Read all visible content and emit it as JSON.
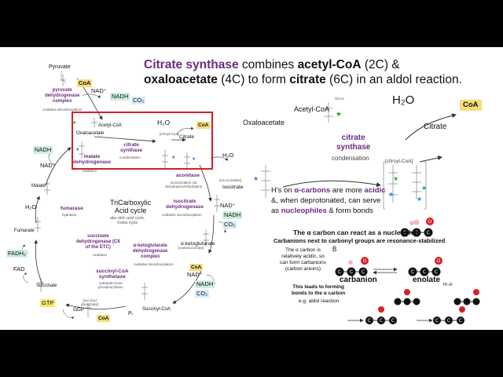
{
  "title": {
    "line1_a": "Citrate synthase",
    "line1_b": " combines ",
    "line1_c": "acetyl-CoA",
    "line1_d": " (2C) &",
    "line2_a": "oxaloacetate",
    "line2_b": " (4C) to form ",
    "line2_c": "citrate",
    "line2_d": " (6C) in an aldol reaction."
  },
  "cycle": {
    "pyruvate": "Pyruvate",
    "coa_top": "CoA",
    "nad_top": "NAD⁺",
    "nadh_top": "NADH",
    "co2_top": "CO₂",
    "pdh": "pyruvate\ndehydrogenase\ncomplex",
    "pdh_sub": "oxidative decarboxylation",
    "acetylcoa": "Acetyl-CoA",
    "oxaloacetate": "Oxaloacetate",
    "citrate_synthase": "citrate\nsynthase",
    "citrate_synthase_sub": "condensation",
    "h2o": "H₂O",
    "coa_cs": "CoA",
    "citryl": "[citroyl-CoA]",
    "citrate": "Citrate",
    "h2o_right": "H₂O",
    "cis_aconitate": "[cis-Aconitate]",
    "aconitase": "aconitase",
    "aconitase_sub": "isomerization via\ndehydration/rehydration",
    "isocitrate": "Isocitrate",
    "nadh_left": "NADH",
    "nad_left": "NAD⁺",
    "malate_dh": "malate\ndehydrogenase",
    "malate_dh_sub": "oxidation",
    "malate": "Malate",
    "h2o_left": "H₂O",
    "fumarase": "fumarase",
    "fumarase_sub": "hydration",
    "tca_title": "TriCarboxylic\nAcid cycle",
    "tca_sub": "aka citric acid cycle,\nKrebs cycle",
    "idh": "isocitrate\ndehydrogenase",
    "idh_sub": "oxidative decarboxylation",
    "nad_idh": "NAD⁺",
    "nadh_idh": "NADH",
    "co2_idh": "CO₂",
    "fumarate": "Fumarate",
    "sdh": "succinate\ndehydrogenase (CII\nof the ETC)",
    "sdh_sub": "oxidation",
    "fadh2": "FADH₂",
    "fad": "FAD",
    "oxalosuccinate": "[oxalosuccinate]",
    "akg": "α-ketoglutarate",
    "coa_akg": "CoA",
    "akgdh": "α-ketoglutarate\ndehydrogenase\ncomplex",
    "akgdh_sub": "oxidative decarboxylation",
    "nad_akg": "NAD⁺",
    "nadh_akg": "NADH",
    "co2_akg": "CO₂",
    "scs": "succinyl-CoA\nsynthetase",
    "scs_sub": "substrate-level\nphosphorylation",
    "succinate": "Succinate",
    "gtp": "GTP",
    "gdp": "GDP",
    "succinyl_phosphate": "[succinyl\nphosphate]",
    "coa_bottom": "CoA",
    "pi": "Pᵢ",
    "succinylcoa": "Succinyl-CoA"
  },
  "reaction": {
    "h2o": "H₂O",
    "coa": "CoA",
    "acetylcoa": "Acetyl-CoA",
    "scoa": "SCoA",
    "oxaloacetate": "Oxaloacetate",
    "citrate": "Citrate",
    "enzyme": "citrate\nsynthase",
    "enzyme_sub": "condensation",
    "citryl": "[citroyl-CoA]"
  },
  "explain": {
    "p1_a": "H's on ",
    "p1_b": "α-carbons",
    "p1_c": " are more ",
    "p1_d": "acidic",
    "p2_a": "&, when deprotonated, can serve",
    "p3_a": "as ",
    "p3_b": "nucleophiles",
    "p3_c": " & form bonds",
    "nuc_title": "The α carbon can react as a nucleophile",
    "nuc_sub": "Carbanions next to carbonyl groups are resonance-stabilized",
    "alpha_note": "The α carbon is\nrelatively acidic, so\ncan form carbanions\n(carbon anions)",
    "base": "B̈",
    "carbanion": "carbanion",
    "enolate": "enolate",
    "bond_note": "This leads to forming\nbonds to the α carbon",
    "bond_ex": "e.g. aldol reaction",
    "ha": "H–A"
  },
  "colors": {
    "purple": "#6b2a86",
    "red_box": "#d81f26",
    "coa_yellow": "#f6dc7a",
    "nadh_green": "#cdeee0",
    "co2_blue": "#d7ecfb",
    "gtp_yellow": "#f4ea6a",
    "oxygen_red": "#d81f26",
    "hydrogen_pink": "#f3b8c8",
    "alpha_star_green": "#2e9e3e",
    "beta_star_blue": "#2f7fd6"
  }
}
